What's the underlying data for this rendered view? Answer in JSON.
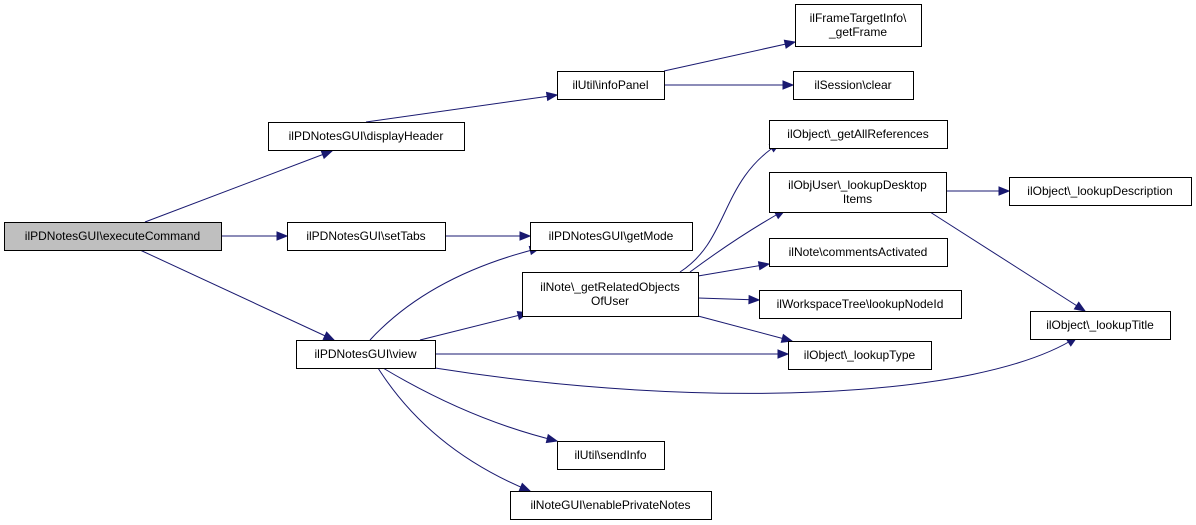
{
  "nodes": {
    "executeCommand": {
      "label": [
        "ilPDNotesGUI\\executeCommand"
      ]
    },
    "displayHeader": {
      "label": [
        "ilPDNotesGUI\\displayHeader"
      ]
    },
    "setTabs": {
      "label": [
        "ilPDNotesGUI\\setTabs"
      ]
    },
    "view": {
      "label": [
        "ilPDNotesGUI\\view"
      ]
    },
    "infoPanel": {
      "label": [
        "ilUtil\\infoPanel"
      ]
    },
    "getFrame": {
      "label": [
        "ilFrameTargetInfo\\",
        "_getFrame"
      ]
    },
    "sessionClear": {
      "label": [
        "ilSession\\clear"
      ]
    },
    "getMode": {
      "label": [
        "ilPDNotesGUI\\getMode"
      ]
    },
    "getRelatedObjects": {
      "label": [
        "ilNote\\_getRelatedObjects",
        "OfUser"
      ]
    },
    "getAllReferences": {
      "label": [
        "ilObject\\_getAllReferences"
      ]
    },
    "lookupDesktopItems": {
      "label": [
        "ilObjUser\\_lookupDesktop",
        "Items"
      ]
    },
    "commentsActivated": {
      "label": [
        "ilNote\\commentsActivated"
      ]
    },
    "lookupNodeId": {
      "label": [
        "ilWorkspaceTree\\lookupNodeId"
      ]
    },
    "lookupType": {
      "label": [
        "ilObject\\_lookupType"
      ]
    },
    "lookupDescription": {
      "label": [
        "ilObject\\_lookupDescription"
      ]
    },
    "lookupTitle": {
      "label": [
        "ilObject\\_lookupTitle"
      ]
    },
    "sendInfo": {
      "label": [
        "ilUtil\\sendInfo"
      ]
    },
    "enablePrivateNotes": {
      "label": [
        "ilNoteGUI\\enablePrivateNotes"
      ]
    }
  },
  "edges": [
    {
      "from": "executeCommand",
      "to": "displayHeader"
    },
    {
      "from": "executeCommand",
      "to": "setTabs"
    },
    {
      "from": "executeCommand",
      "to": "view"
    },
    {
      "from": "displayHeader",
      "to": "infoPanel"
    },
    {
      "from": "infoPanel",
      "to": "getFrame"
    },
    {
      "from": "infoPanel",
      "to": "sessionClear"
    },
    {
      "from": "setTabs",
      "to": "getMode"
    },
    {
      "from": "view",
      "to": "getMode"
    },
    {
      "from": "view",
      "to": "getRelatedObjects"
    },
    {
      "from": "view",
      "to": "lookupType"
    },
    {
      "from": "view",
      "to": "lookupTitle"
    },
    {
      "from": "view",
      "to": "sendInfo"
    },
    {
      "from": "view",
      "to": "enablePrivateNotes"
    },
    {
      "from": "getRelatedObjects",
      "to": "getAllReferences"
    },
    {
      "from": "getRelatedObjects",
      "to": "lookupDesktopItems"
    },
    {
      "from": "getRelatedObjects",
      "to": "commentsActivated"
    },
    {
      "from": "getRelatedObjects",
      "to": "lookupNodeId"
    },
    {
      "from": "getRelatedObjects",
      "to": "lookupType"
    },
    {
      "from": "lookupDesktopItems",
      "to": "lookupDescription"
    },
    {
      "from": "lookupDesktopItems",
      "to": "lookupTitle"
    }
  ],
  "colors": {
    "edge": "#191970",
    "root_fill": "#bfbfbf",
    "node_fill": "#ffffff",
    "node_border": "#000000"
  }
}
